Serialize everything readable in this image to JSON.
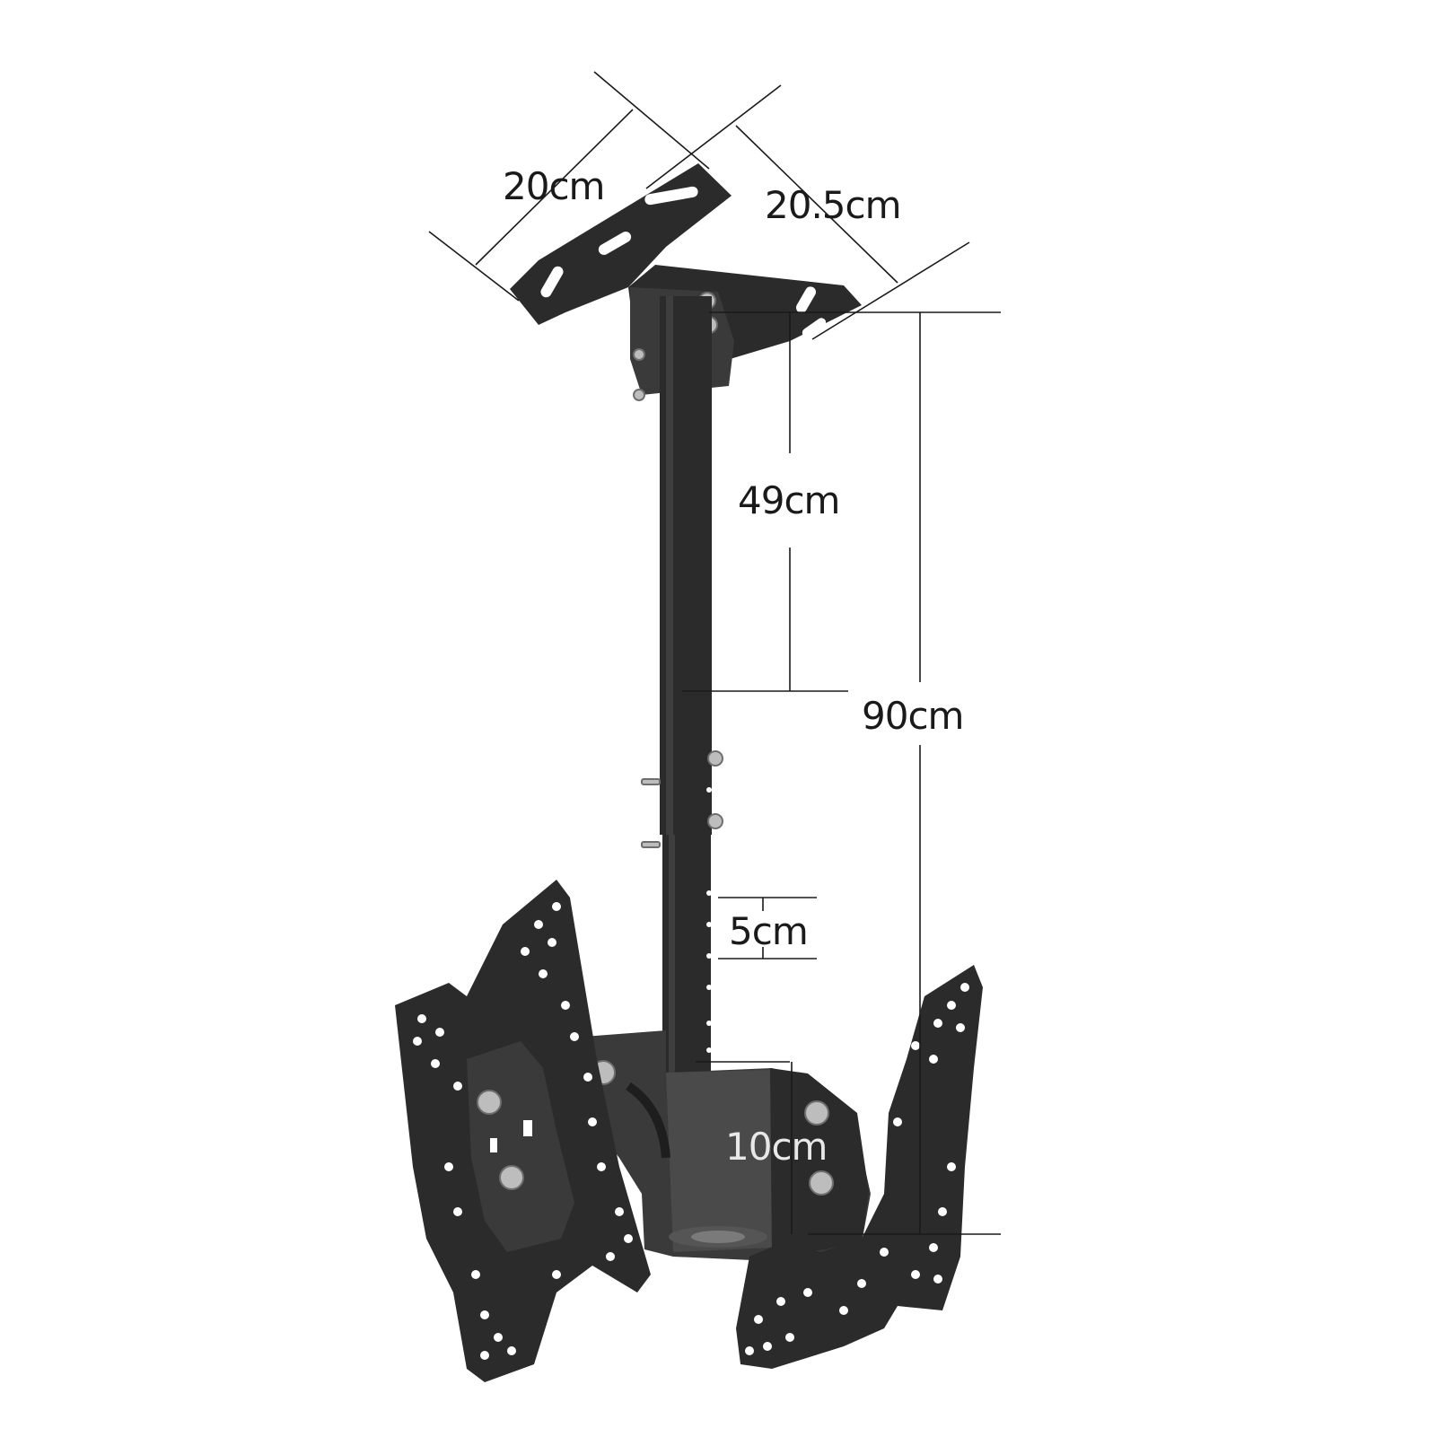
{
  "image": {
    "subject": "ceiling-mount-dual-tv-bracket",
    "background": "#ffffff",
    "metal_color": "#2b2b2b"
  },
  "dimensions": {
    "ceiling_plate_width": "20cm",
    "ceiling_plate_depth": "20.5cm",
    "pole_adjust_length": "49cm",
    "total_height": "90cm",
    "hole_spacing": "5cm",
    "bracket_height": "10cm"
  }
}
